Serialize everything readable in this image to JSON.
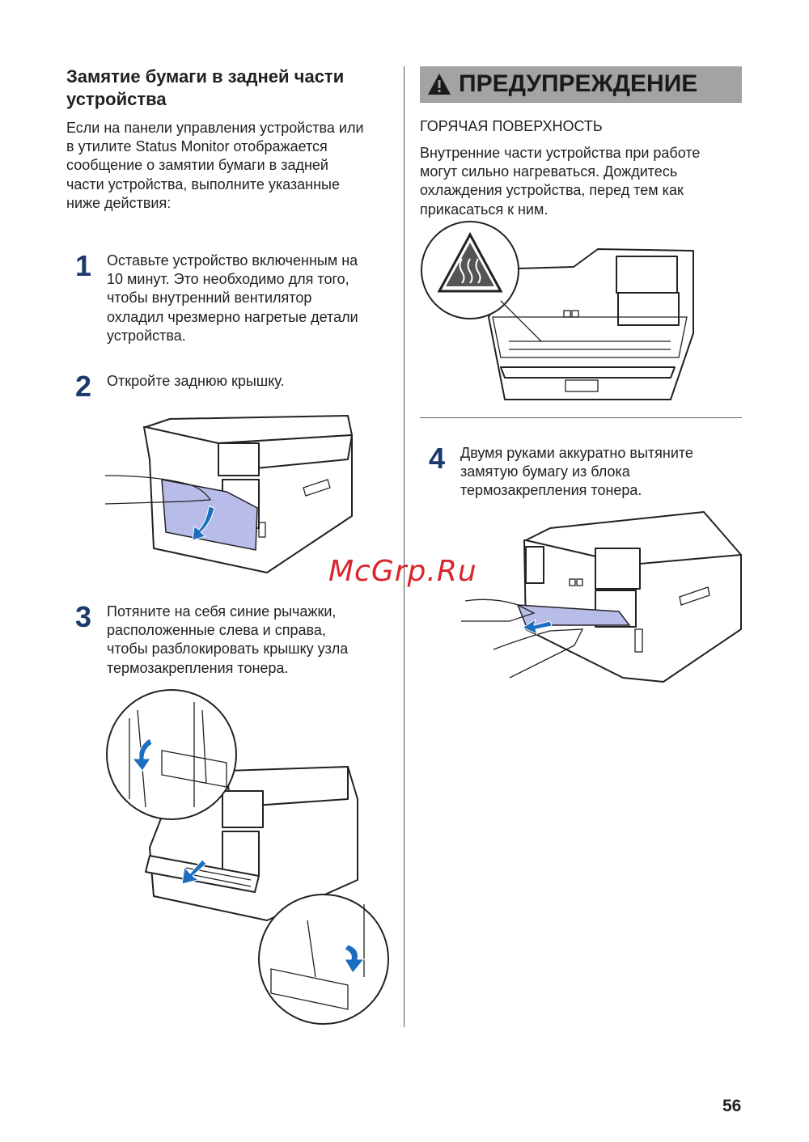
{
  "left": {
    "title_lines": [
      "Замятие бумаги в задней части",
      "устройства"
    ],
    "intro_lines": [
      "Если на панели управления устройства или",
      "в утилите Status Monitor отображается",
      "сообщение о замятии бумаги в задней",
      "части устройства, выполните указанные",
      "ниже действия:"
    ],
    "steps": [
      {
        "number": "1",
        "lines": [
          "Оставьте устройство включенным на",
          "10 минут. Это необходимо для того,",
          "чтобы внутренний вентилятор",
          "охладил чрезмерно нагретые детали",
          "устройства."
        ]
      },
      {
        "number": "2",
        "lines": [
          "Откройте заднюю крышку."
        ]
      },
      {
        "number": "3",
        "lines": [
          "Потяните на себя синие рычажки,",
          "расположенные слева и справа,",
          "чтобы разблокировать крышку узла",
          "термозакрепления тонера."
        ]
      }
    ]
  },
  "right": {
    "warning_label": "ПРЕДУПРЕЖДЕНИЕ",
    "warning_subtitle": "ГОРЯЧАЯ ПОВЕРХНОСТЬ",
    "warning_lines": [
      "Внутренние части устройства при работе",
      "могут сильно нагреваться. Дождитесь",
      "охлаждения устройства, перед тем как",
      "прикасаться к ним."
    ],
    "step4": {
      "number": "4",
      "lines": [
        "Двумя руками аккуратно вытяните",
        "замятую бумагу из блока",
        "термозакрепления тонера."
      ]
    }
  },
  "watermark": "McGrp.Ru",
  "page_number": "56",
  "colors": {
    "step_number": "#1c3a6b",
    "warning_bar": "#a3a3a3",
    "paper": "#b8bce8",
    "arrow": "#1c6fc0",
    "watermark": "#d8262c"
  }
}
